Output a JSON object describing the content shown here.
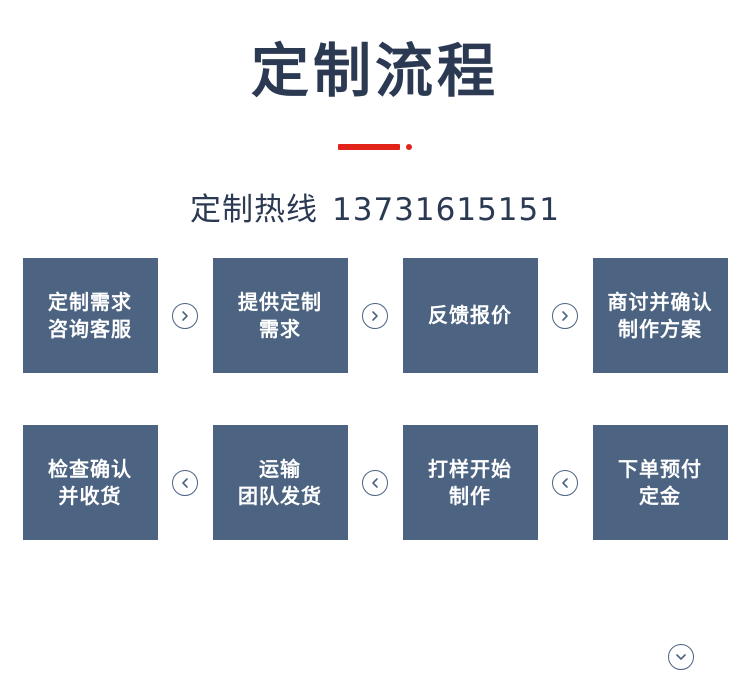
{
  "header": {
    "title": "定制流程",
    "divider_color": "#e2231a",
    "hotline_label": "定制热线",
    "hotline_number": "13731615151"
  },
  "theme": {
    "box_color": "#4c6382",
    "text_color": "#2b3a52",
    "accent_color": "#e2231a"
  },
  "flow": {
    "row1": [
      {
        "lines": [
          "定制需求",
          "咨询客服"
        ]
      },
      {
        "lines": [
          "提供定制",
          "需求"
        ]
      },
      {
        "lines": [
          "反馈报价"
        ]
      },
      {
        "lines": [
          "商讨并确认",
          "制作方案"
        ]
      }
    ],
    "row2": [
      {
        "lines": [
          "检查确认",
          "并收货"
        ]
      },
      {
        "lines": [
          "运输",
          "团队发货"
        ]
      },
      {
        "lines": [
          "打样开始",
          "制作"
        ]
      },
      {
        "lines": [
          "下单预付",
          "定金"
        ]
      }
    ],
    "arrows_row1": [
      "arrow-right-icon",
      "arrow-right-icon",
      "arrow-right-icon"
    ],
    "arrow_down": "arrow-down-icon",
    "arrows_row2": [
      "arrow-left-icon",
      "arrow-left-icon",
      "arrow-left-icon"
    ]
  }
}
